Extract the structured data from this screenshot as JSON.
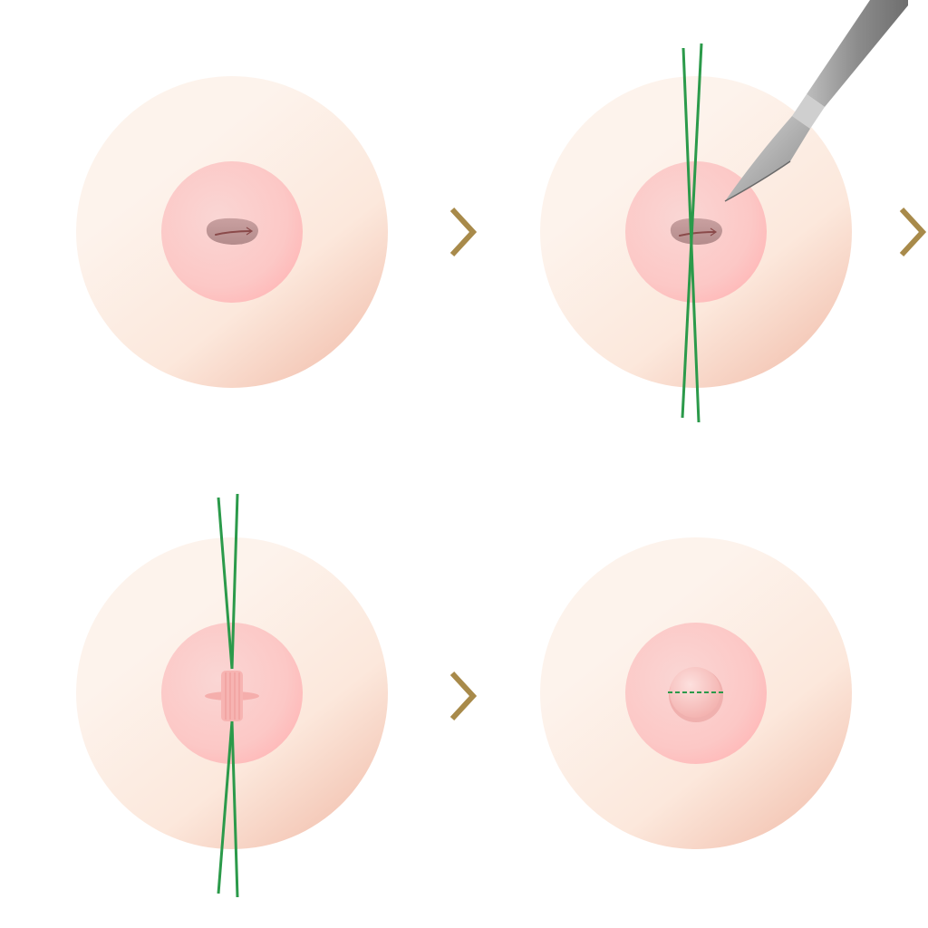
{
  "diagram": {
    "steps": [
      {
        "id": "step-1",
        "has_scalpel": false,
        "thread": "none",
        "center": "inverted-slit"
      },
      {
        "id": "step-2",
        "has_scalpel": true,
        "thread": "through-slit",
        "center": "inverted-slit"
      },
      {
        "id": "step-3",
        "has_scalpel": false,
        "thread": "tied",
        "center": "sutured"
      },
      {
        "id": "step-4",
        "has_scalpel": false,
        "thread": "none",
        "center": "everted-with-dashed-line"
      }
    ],
    "arrows": [
      {
        "from": "step-1",
        "to": "step-2"
      },
      {
        "from": "step-2",
        "to": "step-3"
      },
      {
        "from": "step-3",
        "to": "step-4"
      }
    ],
    "colors": {
      "skin_light": "#fdf2ea",
      "skin_dark": "#f2c4b4",
      "areola_light": "#fbd2d2",
      "areola_dark": "#ffbcbc",
      "thread": "#2b9a4a",
      "arrow": "#a88a4a",
      "scalpel": "#9a9a9a"
    }
  }
}
